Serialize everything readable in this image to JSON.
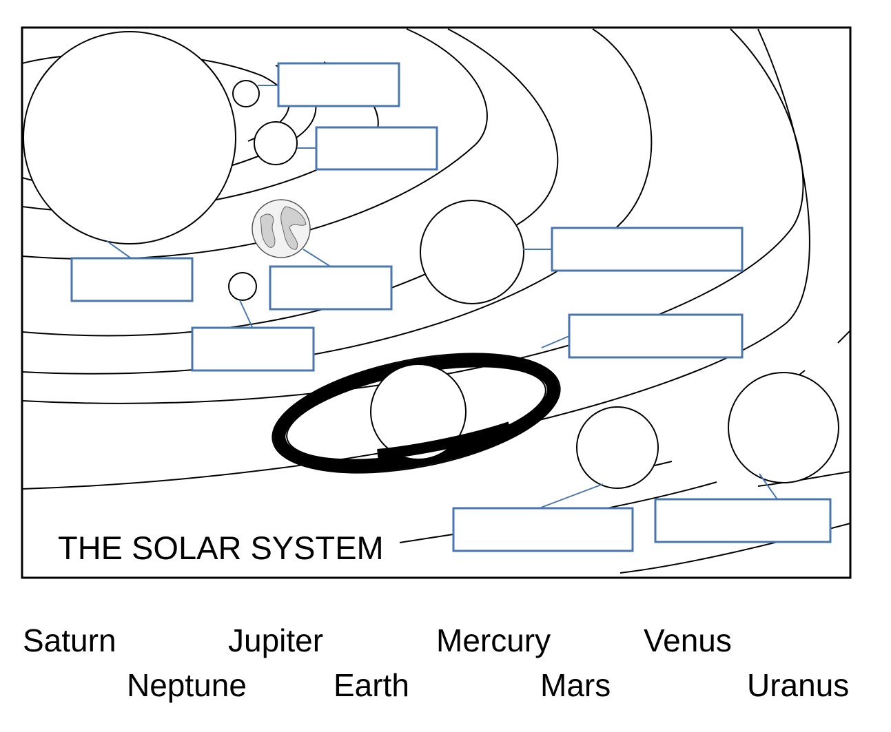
{
  "diagram": {
    "title": "THE SOLAR SYSTEM",
    "label_boxes": [
      {
        "id": "mercury-box",
        "value": ""
      },
      {
        "id": "venus-box",
        "value": ""
      },
      {
        "id": "sun-box",
        "value": ""
      },
      {
        "id": "earth-box",
        "value": ""
      },
      {
        "id": "mars-box",
        "value": ""
      },
      {
        "id": "jupiter-box",
        "value": ""
      },
      {
        "id": "saturn-box",
        "value": ""
      },
      {
        "id": "uranus-box",
        "value": ""
      },
      {
        "id": "neptune-box",
        "value": ""
      }
    ],
    "colors": {
      "box_stroke": "#4a76b0",
      "line": "#000000"
    }
  },
  "word_bank": {
    "row1": [
      "Saturn",
      "Jupiter",
      "Mercury",
      "Venus"
    ],
    "row2": [
      "Neptune",
      "Earth",
      "Mars",
      "Uranus"
    ]
  }
}
